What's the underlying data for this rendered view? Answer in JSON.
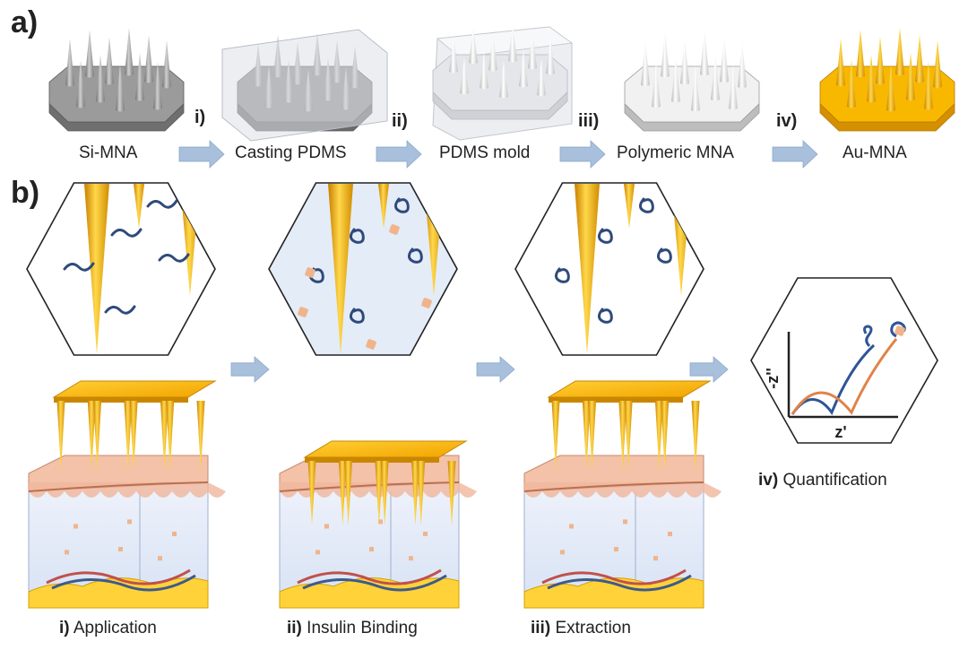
{
  "panel_a": {
    "label": "a)",
    "stages": [
      "Si-MNA",
      "Casting PDMS",
      "PDMS mold",
      "Polymeric MNA",
      "Au-MNA"
    ],
    "step_numerals": [
      "i)",
      "ii)",
      "iii)",
      "iv)"
    ]
  },
  "panel_b": {
    "label": "b)",
    "steps": [
      {
        "numeral": "i)",
        "name": "Application"
      },
      {
        "numeral": "ii)",
        "name": "Insulin Binding"
      },
      {
        "numeral": "iii)",
        "name": "Extraction"
      },
      {
        "numeral": "iv)",
        "name": "Quantification"
      }
    ],
    "plot": {
      "ylabel": "-z''",
      "xlabel": "z'"
    }
  },
  "colors": {
    "gold": "#f7b500",
    "gold_dark": "#c98600",
    "silicon": "#8c8c8c",
    "pdms": "#d6d8dc",
    "arrow": "#a9c0dc",
    "linker": "#2f4a7a",
    "insulin": "#f0b48c",
    "curve_blue": "#2f5596",
    "curve_orange": "#e0834a",
    "skin_pink": "#f3c2a8",
    "fluid": "#e4ecf8"
  }
}
